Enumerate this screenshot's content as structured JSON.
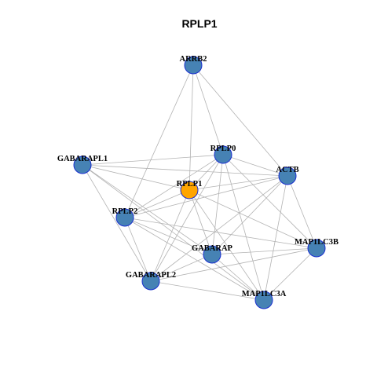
{
  "title": "RPLP1",
  "colors": {
    "background": "#ffffff",
    "edge": "#b3b3b3",
    "node_default": "#4682b4",
    "node_center": "#ffa500",
    "node_border": "#1a2fd0"
  },
  "network": {
    "center": "RPLP1",
    "nodes": [
      {
        "id": "ARRB2",
        "label": "ARRB2"
      },
      {
        "id": "RPLP0",
        "label": "RPLP0"
      },
      {
        "id": "GABARAPL1",
        "label": "GABARAPL1"
      },
      {
        "id": "ACTB",
        "label": "ACTB"
      },
      {
        "id": "RPLP1",
        "label": "RPLP1"
      },
      {
        "id": "RPLP2",
        "label": "RPLP2"
      },
      {
        "id": "MAP1LC3B",
        "label": "MAP1LC3B"
      },
      {
        "id": "GABARAP",
        "label": "GABARAP"
      },
      {
        "id": "GABARAPL2",
        "label": "GABARAPL2"
      },
      {
        "id": "MAP1LC3A",
        "label": "MAP1LC3A"
      }
    ],
    "edges": [
      [
        "ARRB2",
        "RPLP0"
      ],
      [
        "ARRB2",
        "ACTB"
      ],
      [
        "ARRB2",
        "RPLP1"
      ],
      [
        "ARRB2",
        "RPLP2"
      ],
      [
        "GABARAPL1",
        "RPLP0"
      ],
      [
        "GABARAPL1",
        "ACTB"
      ],
      [
        "GABARAPL1",
        "RPLP1"
      ],
      [
        "GABARAPL1",
        "GABARAP"
      ],
      [
        "GABARAPL1",
        "GABARAPL2"
      ],
      [
        "GABARAPL1",
        "MAP1LC3A"
      ],
      [
        "RPLP0",
        "ACTB"
      ],
      [
        "RPLP0",
        "RPLP1"
      ],
      [
        "RPLP0",
        "RPLP2"
      ],
      [
        "RPLP0",
        "GABARAP"
      ],
      [
        "RPLP0",
        "GABARAPL2"
      ],
      [
        "RPLP0",
        "MAP1LC3A"
      ],
      [
        "RPLP0",
        "MAP1LC3B"
      ],
      [
        "ACTB",
        "RPLP1"
      ],
      [
        "ACTB",
        "RPLP2"
      ],
      [
        "ACTB",
        "GABARAP"
      ],
      [
        "ACTB",
        "GABARAPL2"
      ],
      [
        "ACTB",
        "MAP1LC3B"
      ],
      [
        "ACTB",
        "MAP1LC3A"
      ],
      [
        "RPLP1",
        "RPLP2"
      ],
      [
        "RPLP1",
        "GABARAP"
      ],
      [
        "RPLP1",
        "GABARAPL2"
      ],
      [
        "RPLP1",
        "MAP1LC3B"
      ],
      [
        "RPLP1",
        "MAP1LC3A"
      ],
      [
        "RPLP2",
        "GABARAP"
      ],
      [
        "RPLP2",
        "GABARAPL2"
      ],
      [
        "RPLP2",
        "MAP1LC3B"
      ],
      [
        "RPLP2",
        "MAP1LC3A"
      ],
      [
        "GABARAP",
        "GABARAPL2"
      ],
      [
        "GABARAP",
        "MAP1LC3B"
      ],
      [
        "GABARAP",
        "MAP1LC3A"
      ],
      [
        "GABARAPL2",
        "MAP1LC3B"
      ],
      [
        "GABARAPL2",
        "MAP1LC3A"
      ],
      [
        "MAP1LC3B",
        "MAP1LC3A"
      ]
    ]
  }
}
